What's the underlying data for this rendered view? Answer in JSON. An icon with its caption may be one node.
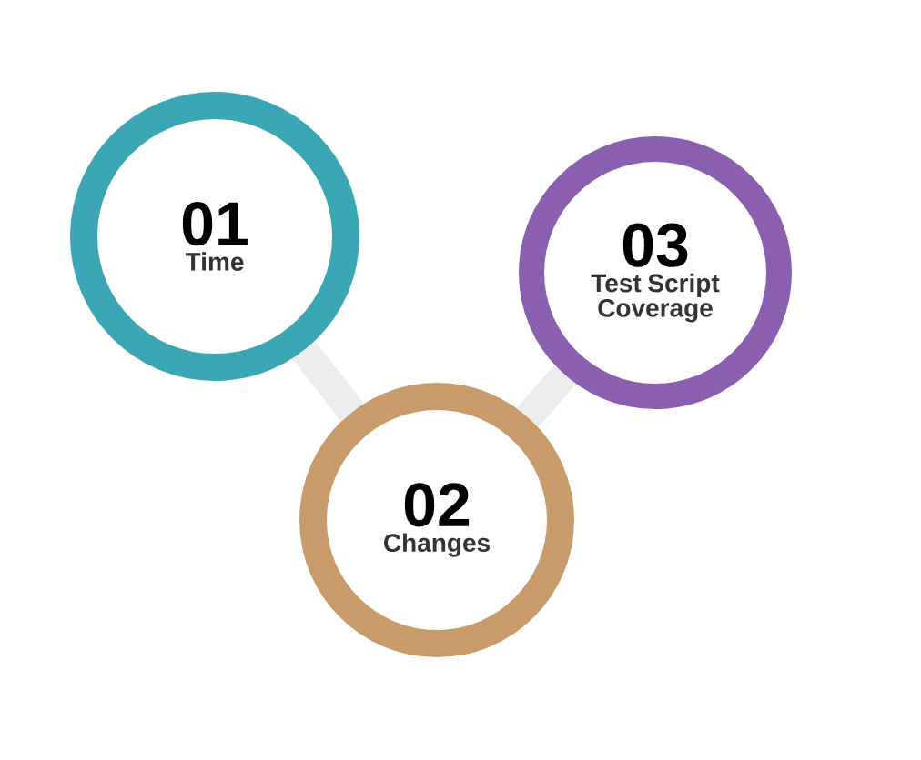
{
  "diagram": {
    "nodes": [
      {
        "text": [
          "01",
          "Time"
        ]
      },
      {
        "text": [
          "03",
          "Test Script Coverage"
        ]
      },
      {
        "text": [
          "02",
          "Changes"
        ]
      }
    ],
    "edges": [
      {
        "from": 0,
        "to": 2,
        "arrow": "none"
      },
      {
        "from": 2,
        "to": 1,
        "arrow": "none"
      }
    ]
  }
}
